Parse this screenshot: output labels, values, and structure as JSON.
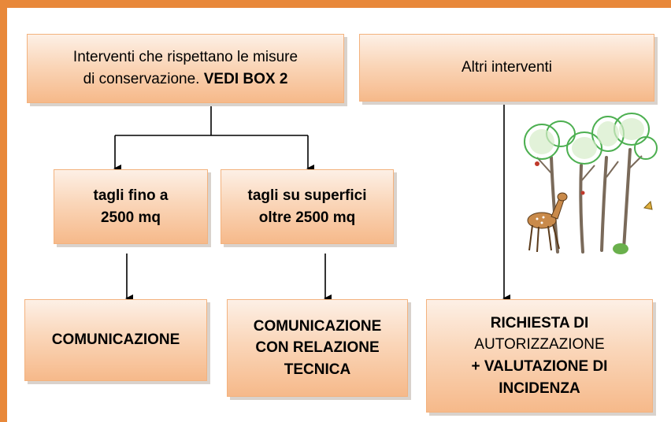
{
  "top_left": {
    "line1": "Interventi che rispettano le  misure",
    "line2_prefix": "di conservazione. ",
    "line2_bold": "VEDI BOX 2"
  },
  "top_right": {
    "label": "Altri interventi"
  },
  "mid_left": {
    "line1": "tagli fino a",
    "line2": "2500 mq"
  },
  "mid_right": {
    "line1": "tagli su superfici",
    "line2": "oltre 2500 mq"
  },
  "bottom_1": {
    "label": "COMUNICAZIONE"
  },
  "bottom_2": {
    "line1": "COMUNICAZIONE",
    "line2": "CON RELAZIONE",
    "line3": "TECNICA"
  },
  "bottom_3": {
    "line1": "RICHIESTA DI",
    "line2": "AUTORIZZAZIONE",
    "line3": "+ VALUTAZIONE DI",
    "line4": "INCIDENZA"
  },
  "colors": {
    "frame": "#e8883a",
    "box_border": "#f3b27e",
    "box_fill_light": "#fdf0e6",
    "box_fill_dark": "#f6b98a"
  },
  "illustration": {
    "name": "deer-in-forest-illustration"
  }
}
